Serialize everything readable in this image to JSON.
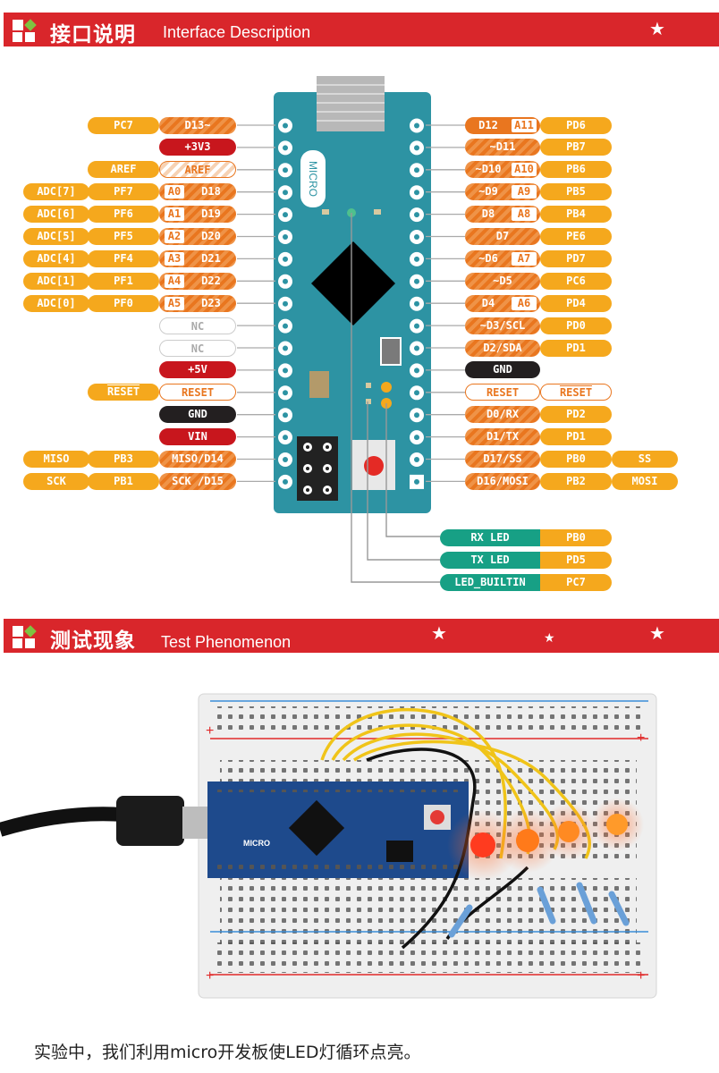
{
  "section1": {
    "title_cn": "接口说明",
    "title_en": "Interface Description"
  },
  "section2": {
    "title_cn": "测试现象",
    "title_en": "Test Phenomenon"
  },
  "board_label": "MICRO",
  "photo_board_label": "MICRO",
  "left_pins": [
    {
      "a": "",
      "b": "PC7",
      "c": "D13~",
      "cs": "oh"
    },
    {
      "c": "+3V3",
      "cs": "r"
    },
    {
      "b": "AREF",
      "c": "AREF",
      "cs": "hw"
    },
    {
      "a": "ADC[7]",
      "b": "PF7",
      "chip": "A0",
      "c": "D18",
      "cs": "oh"
    },
    {
      "a": "ADC[6]",
      "b": "PF6",
      "chip": "A1",
      "c": "D19",
      "cs": "oh"
    },
    {
      "a": "ADC[5]",
      "b": "PF5",
      "chip": "A2",
      "c": "D20",
      "cs": "oh"
    },
    {
      "a": "ADC[4]",
      "b": "PF4",
      "chip": "A3",
      "c": "D21",
      "cs": "oh"
    },
    {
      "a": "ADC[1]",
      "b": "PF1",
      "chip": "A4",
      "c": "D22",
      "cs": "oh"
    },
    {
      "a": "ADC[0]",
      "b": "PF0",
      "chip": "A5",
      "c": "D23",
      "cs": "oh"
    },
    {
      "c": "NC",
      "cs": "wg"
    },
    {
      "c": "NC",
      "cs": "wg"
    },
    {
      "c": "+5V",
      "cs": "r"
    },
    {
      "b": "RESET",
      "c": "RESET",
      "cs": "w"
    },
    {
      "c": "GND",
      "cs": "k"
    },
    {
      "c": "VIN",
      "cs": "r"
    },
    {
      "a": "MISO",
      "b": "PB3",
      "c": "MISO/D14",
      "cs": "oh"
    },
    {
      "a": "SCK",
      "b": "PB1",
      "c": "SCK /D15",
      "cs": "oh"
    }
  ],
  "right_pins": [
    {
      "c": "D12",
      "chip": "A11",
      "b": "PD6",
      "cs": "o"
    },
    {
      "c": "~D11",
      "b": "PB7",
      "cs": "oh"
    },
    {
      "c": "~D10",
      "chip": "A10",
      "b": "PB6",
      "cs": "oh"
    },
    {
      "c": "~D9",
      "chip": "A9",
      "b": "PB5",
      "cs": "oh"
    },
    {
      "c": "D8",
      "chip": "A8",
      "b": "PB4",
      "cs": "oh"
    },
    {
      "c": "D7",
      "b": "PE6",
      "cs": "oh"
    },
    {
      "c": "~D6",
      "chip": "A7",
      "b": "PD7",
      "cs": "oh"
    },
    {
      "c": "~D5",
      "b": "PC6",
      "cs": "oh"
    },
    {
      "c": "D4",
      "chip": "A6",
      "b": "PD4",
      "cs": "oh"
    },
    {
      "c": "~D3/SCL",
      "b": "PD0",
      "cs": "oh"
    },
    {
      "c": "D2/SDA",
      "b": "PD1",
      "cs": "oh"
    },
    {
      "c": "GND",
      "cs": "k"
    },
    {
      "c": "RESET",
      "b": "RESET",
      "cs": "w"
    },
    {
      "c": "D0/RX",
      "b": "PD2",
      "cs": "oh"
    },
    {
      "c": "D1/TX",
      "b": "PD1",
      "cs": "oh"
    },
    {
      "c": "D17/SS",
      "b": "PB0",
      "d": "SS",
      "cs": "oh"
    },
    {
      "c": "D16/MOSI",
      "b": "PB2",
      "d": "MOSI",
      "cs": "oh"
    }
  ],
  "leds": [
    {
      "label": "RX LED",
      "pin": "PB0"
    },
    {
      "label": "TX LED",
      "pin": "PD5"
    },
    {
      "label": "LED_BUILTIN",
      "pin": "PC7"
    }
  ],
  "caption": "实验中，我们利用micro开发板使LED灯循环点亮。",
  "colors": {
    "banner": "#d9262b",
    "board": "#2d93a3",
    "yellow": "#f5a81d",
    "orange": "#e9761f",
    "red": "#c8161d",
    "teal": "#17a085",
    "black": "#231f20"
  }
}
